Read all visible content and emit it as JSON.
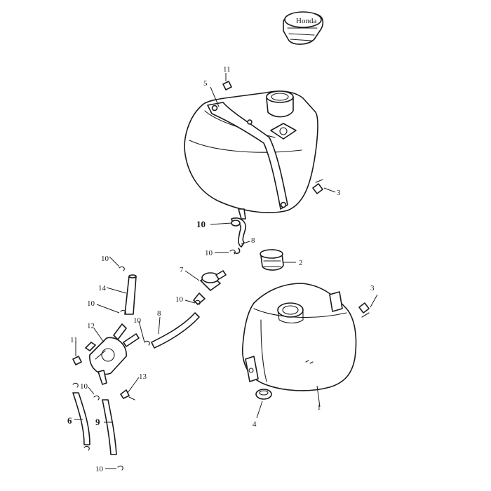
{
  "callouts": {
    "c1": "1",
    "c2": "2",
    "c3_top": "3",
    "c3_right": "3",
    "c4": "4",
    "c5": "5",
    "c6": "6",
    "c7": "7",
    "c8_top": "8",
    "c8_mid": "8",
    "c9": "9",
    "c10_bold": "10",
    "c10_a": "10",
    "c10_b": "10",
    "c10_c": "10",
    "c10_d": "10",
    "c10_e": "10",
    "c10_f": "10",
    "c10_g": "10",
    "c11_top": "11",
    "c11_left": "11",
    "c12": "12",
    "c13": "13",
    "c14": "14"
  },
  "cap_text": "Honda"
}
